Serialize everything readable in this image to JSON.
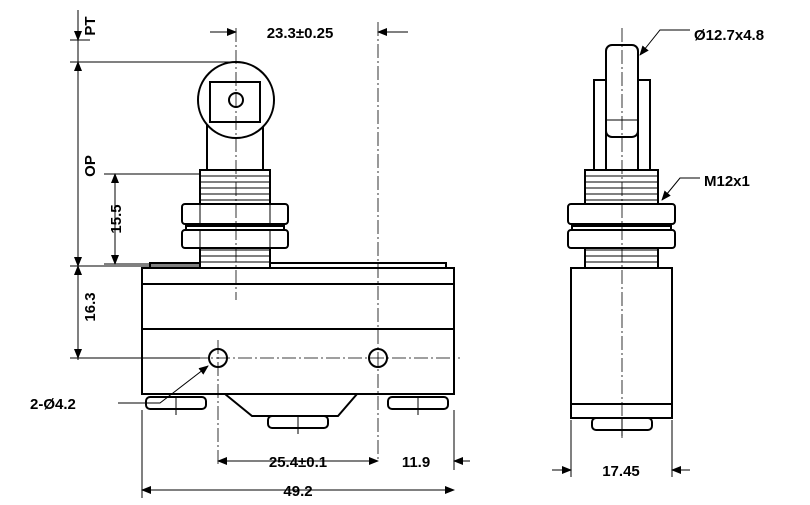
{
  "labels": {
    "pt": "PT",
    "op": "OP",
    "dim_15_5": "15.5",
    "dim_16_3": "16.3",
    "roller_offset": "23.3±0.25",
    "hole_spacing": "25.4±0.1",
    "hole_to_edge": "11.9",
    "body_length": "49.2",
    "mounting_holes": "2-Ø4.2",
    "roller_size": "Ø12.7x4.8",
    "thread": "M12x1",
    "side_width": "17.45"
  }
}
